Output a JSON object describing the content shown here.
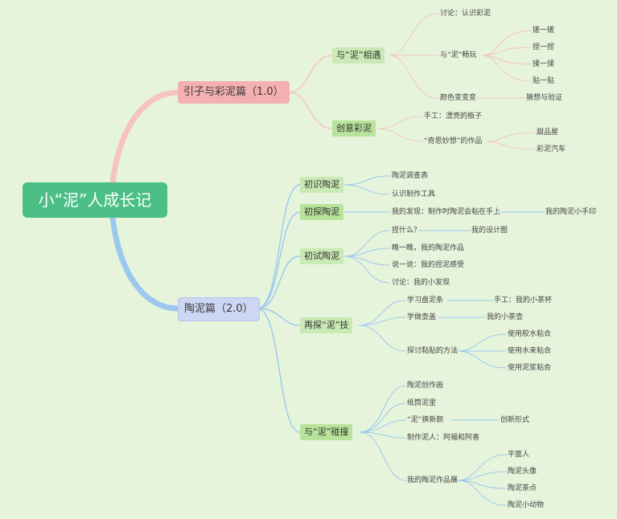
{
  "root": "小“泥”人成长记",
  "branches": [
    {
      "label": "引子与彩泥篇（1.0）",
      "children": [
        {
          "label": "与“泥”相遇",
          "children": [
            {
              "label": "讨论：认识彩泥"
            },
            {
              "label": "与“泥”畅玩",
              "children": [
                "搓一搓",
                "捏一捏",
                "揉一揉",
                "贴一贴"
              ]
            },
            {
              "label": "颜色变变变",
              "children": [
                "猜想与验证"
              ]
            }
          ]
        },
        {
          "label": "创意彩泥",
          "children": [
            {
              "label": "手工：漂亮的瓶子"
            },
            {
              "label": "“奇思妙想”的作品",
              "children": [
                "甜品屋",
                "彩泥汽车"
              ]
            }
          ]
        }
      ]
    },
    {
      "label": "陶泥篇（2.0）",
      "children": [
        {
          "label": "初识陶泥",
          "children": [
            {
              "label": "陶泥调查表"
            },
            {
              "label": "认识制作工具"
            }
          ]
        },
        {
          "label": "初探陶泥",
          "children": [
            {
              "label": "我的发现：制作时陶泥会粘在手上",
              "children": [
                "我的陶泥小手印"
              ]
            }
          ]
        },
        {
          "label": "初试陶泥",
          "children": [
            {
              "label": "捏什么？",
              "children": [
                "我的设计图"
              ]
            },
            {
              "label": "瞧一瞧，我的陶泥作品"
            },
            {
              "label": "说一说：我的捏泥感受"
            },
            {
              "label": "讨论：我的小发现"
            }
          ]
        },
        {
          "label": "再探“泥”技",
          "children": [
            {
              "label": "学习盘泥条",
              "children": [
                "手工：我的小茶杯"
              ]
            },
            {
              "label": "学做壶盖",
              "children": [
                "我的小茶壶"
              ]
            },
            {
              "label": "探讨黏贴的方法",
              "children": [
                "使用胶水粘合",
                "使用水来粘合",
                "使用泥浆粘合"
              ]
            }
          ]
        },
        {
          "label": "与“泥”碰撞",
          "children": [
            {
              "label": "陶泥创作画"
            },
            {
              "label": "纸筒泥里"
            },
            {
              "label": "“泥”换新颜",
              "children": [
                "创新形式"
              ]
            },
            {
              "label": "制作泥人：阿福和阿喜"
            },
            {
              "label": "我的陶泥作品展",
              "children": [
                "平面人",
                "陶泥头像",
                "陶泥茶点",
                "陶泥小动物"
              ]
            }
          ]
        }
      ]
    }
  ],
  "colors": {
    "background": "#e6f4dc",
    "root": "#4bbf86",
    "branch1": "#f4b0b0",
    "branch2": "#cdd6f3",
    "subtopic": "#c9eab4",
    "link1": "#f6c2c2",
    "link2": "#9cc8ef"
  }
}
